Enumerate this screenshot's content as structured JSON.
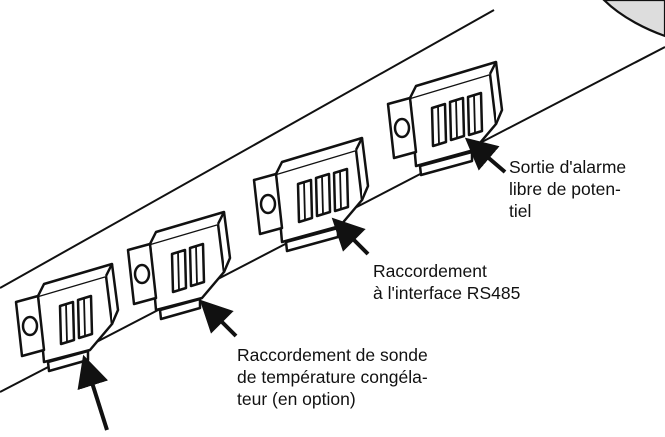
{
  "labels": {
    "alarm": [
      "Sortie d'alarme",
      "libre de poten-",
      "tiel"
    ],
    "rs485": [
      "Raccordement",
      "à l'interface RS485"
    ],
    "sensor": [
      "Raccordement de sonde",
      "de température congéla-",
      "teur (en option)"
    ]
  },
  "colors": {
    "line": "#111111",
    "body": "#ffffff",
    "device": "#dddddd"
  }
}
